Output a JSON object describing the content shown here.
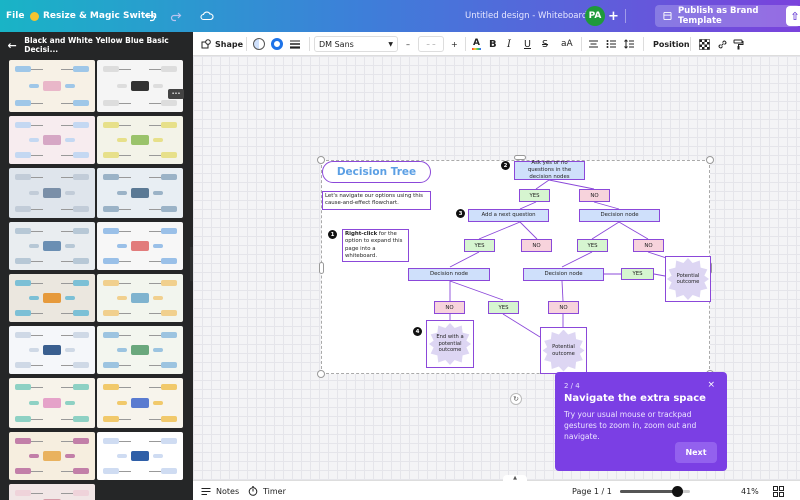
{
  "topbar": {
    "file": "File",
    "resize": "Resize & Magic Switch",
    "doc_title": "Untitled design - Whiteboard",
    "avatar": "PA",
    "add": "+",
    "publish": "Publish as Brand Template",
    "share_icon": "upload-icon"
  },
  "sidebar": {
    "back_icon": "arrow-left-icon",
    "title": "Black and White Yellow Blue Basic Decisi...",
    "more": "•••"
  },
  "toolbar": {
    "shape": "Shape",
    "font": "DM Sans",
    "font_size": "– –",
    "minus": "–",
    "plus": "+",
    "position": "Position",
    "bold": "B",
    "italic": "I",
    "underline": "U",
    "strike": "S",
    "case": "aA"
  },
  "diagram": {
    "title": "Decision Tree",
    "intro": "Let's navigate our options using this cause-and-effect flowchart.",
    "hint_bold": "Right-click",
    "hint_rest": " for the option to expand this page into a whiteboard.",
    "markers": [
      "1",
      "2",
      "3",
      "4"
    ],
    "root": "Ask yes or no questions in the decision nodes",
    "yes": "YES",
    "no": "NO",
    "add_question": "Add a next question",
    "decision_node": "Decision node",
    "potential_outcome": "Potential outcome",
    "end_outcome": "End with a potential outcome"
  },
  "tour": {
    "step": "2 / 4",
    "title": "Navigate the extra space",
    "body": "Try your usual mouse or trackpad gestures to zoom in, zoom out and navigate.",
    "next": "Next",
    "close": "×"
  },
  "bottombar": {
    "notes": "Notes",
    "timer": "Timer",
    "page": "Page 1 / 1",
    "zoom": "41%",
    "zoom_fraction": 0.41
  },
  "colors": {
    "accent": "#7b3fe4",
    "node_fill": "#cfe0fb",
    "yes_fill": "#d6f5d0",
    "no_fill": "#f7d3dc",
    "outline": "#8b48d9",
    "title_blue": "#5b9fe4"
  }
}
